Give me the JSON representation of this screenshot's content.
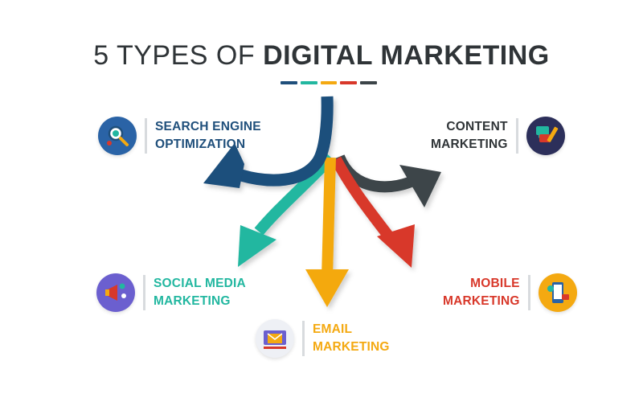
{
  "title": {
    "light": "5 TYPES OF",
    "bold": "DIGITAL MARKETING"
  },
  "colors": {
    "title": "#2f3437",
    "seo": "#1f4f7b",
    "content": "#3c4448",
    "social": "#22b7a0",
    "email": "#f4a911",
    "mobile": "#d8382a",
    "divider": "#d8dbde",
    "underline": [
      "#1f4f7b",
      "#22b7a0",
      "#f4a911",
      "#d8382a",
      "#3c4448"
    ]
  },
  "types": {
    "seo": {
      "line1": "SEARCH ENGINE",
      "line2": "OPTIMIZATION",
      "icon": "seo-magnifier-icon"
    },
    "content": {
      "line1": "CONTENT",
      "line2": "MARKETING",
      "icon": "pencil-chat-icon"
    },
    "social": {
      "line1": "SOCIAL MEDIA",
      "line2": "MARKETING",
      "icon": "megaphone-icon"
    },
    "mobile": {
      "line1": "MOBILE",
      "line2": "MARKETING",
      "icon": "smartphone-icon"
    },
    "email": {
      "line1": "EMAIL",
      "line2": "MARKETING",
      "icon": "envelope-icon"
    }
  }
}
